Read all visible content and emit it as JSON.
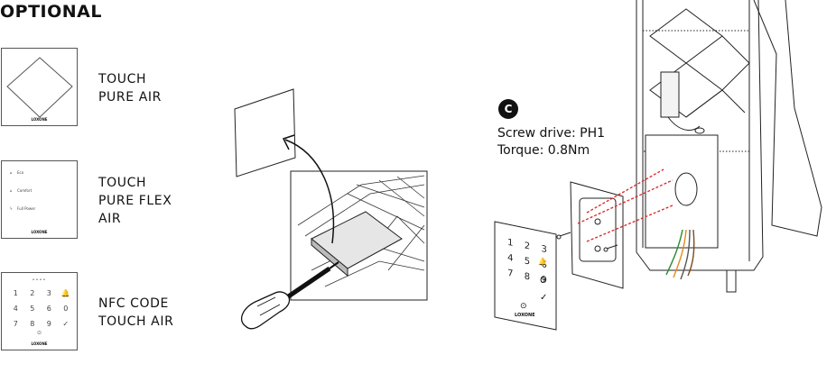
{
  "heading": "OPTIONAL",
  "products": [
    {
      "label": "TOUCH\nPURE AIR",
      "logo": "LOXONE"
    },
    {
      "label": "TOUCH\nPURE FLEX\nAIR",
      "logo": "LOXONE",
      "rows": [
        "Eco",
        "Comfort",
        "Full Power"
      ]
    },
    {
      "label": "NFC CODE\nTOUCH AIR",
      "logo": "LOXONE",
      "dots": "••••",
      "keys": [
        "1",
        "2",
        "3",
        "🔔",
        "4",
        "5",
        "6",
        "0",
        "7",
        "8",
        "9",
        "✓"
      ],
      "home": "⊙"
    }
  ],
  "step": {
    "badge": "C",
    "screw_drive": "Screw drive: PH1",
    "torque": "Torque: 0.8Nm"
  },
  "device_keys": [
    "1",
    "2",
    "3",
    "🔔",
    "4",
    "5",
    "6",
    "0",
    "7",
    "8",
    "9",
    "✓"
  ],
  "device_logo": "LOXONE",
  "device_home": "⊙"
}
